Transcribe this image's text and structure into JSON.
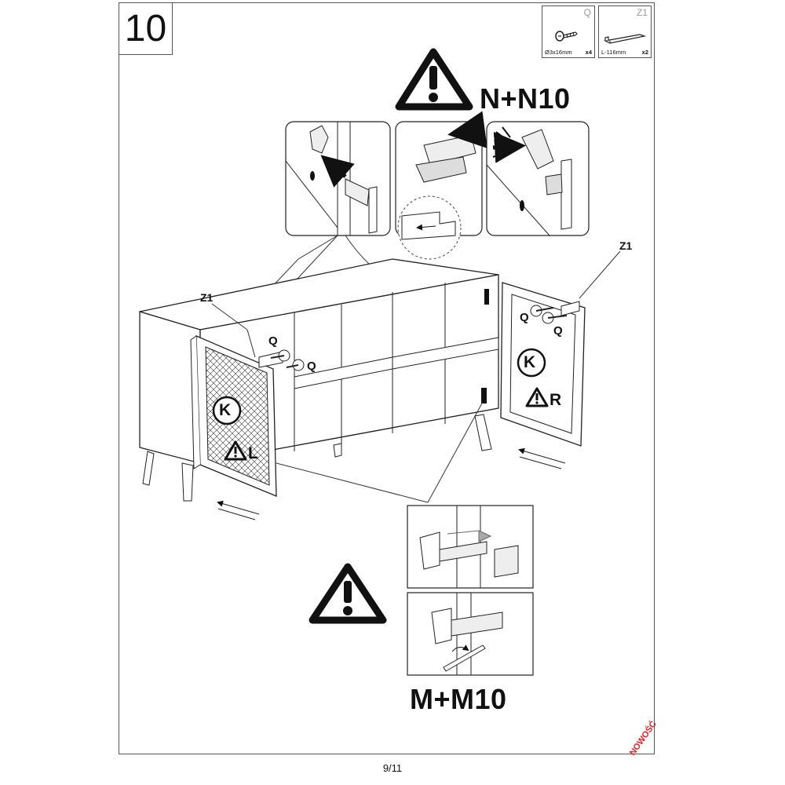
{
  "step": {
    "number": "10"
  },
  "parts": [
    {
      "letter": "Q",
      "dimension": "Ø3x16mm",
      "quantity": "x4",
      "icon": "screw-icon"
    },
    {
      "letter": "Z1",
      "dimension": "L-116mm",
      "quantity": "x2",
      "icon": "bracket-icon"
    }
  ],
  "warnings": {
    "top_label": "N+N10",
    "bottom_label": "M+M10"
  },
  "callouts": {
    "z1_left": "Z1",
    "z1_right": "Z1",
    "q_left_1": "Q",
    "q_left_2": "Q",
    "q_right_1": "Q",
    "q_right_2": "Q",
    "door_left": "K",
    "door_right": "K",
    "side_left": "L",
    "side_right": "R"
  },
  "footer": {
    "page": "9/11",
    "badge": "NOWOŚĆ"
  }
}
